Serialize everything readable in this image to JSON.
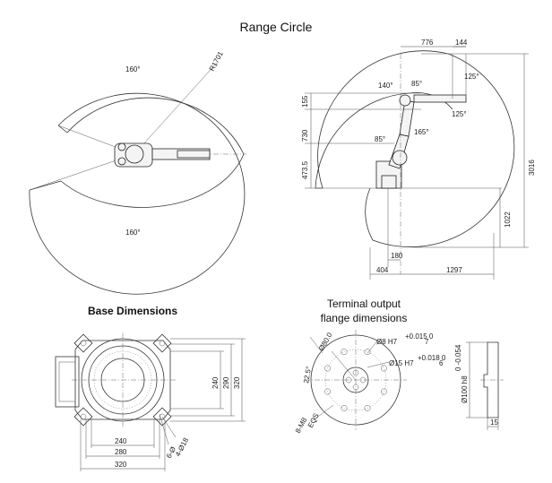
{
  "titles": {
    "main": "Range Circle",
    "base": "Base Dimensions",
    "terminal_line1": "Terminal output",
    "terminal_line2": "flange dimensions"
  },
  "top_view": {
    "sweep_upper": "160°",
    "sweep_lower": "160°",
    "radius": "R1701"
  },
  "side_view": {
    "top_dims": [
      "776",
      "144"
    ],
    "angles": [
      "140°",
      "85°",
      "125°",
      "125°",
      "85°",
      "165°"
    ],
    "left_dims": [
      "155",
      "730",
      "473.5"
    ],
    "right_dims": [
      "3016",
      "1022"
    ],
    "bottom_dims": [
      "180",
      "404",
      "1297"
    ]
  },
  "base": {
    "right_dims": [
      "240",
      "290",
      "320"
    ],
    "bottom_dims": [
      "240",
      "280",
      "320"
    ],
    "holes_a": "4-Ø18",
    "holes_b": "6-Ø"
  },
  "flange": {
    "dia_80": "Ø80.0",
    "hole_8": "Ø8 H7",
    "tol_8": "+0.015 0",
    "depth_8": "7",
    "hole_15": "Ø15 H7",
    "tol_15": "+0.018 0",
    "depth_15": "6",
    "angle": "22.5°",
    "bolts": "8-M8",
    "eqs": "EQS",
    "side_dia": "Ø100 h8",
    "side_tol": "0 -0.054",
    "side_thk": "15"
  }
}
